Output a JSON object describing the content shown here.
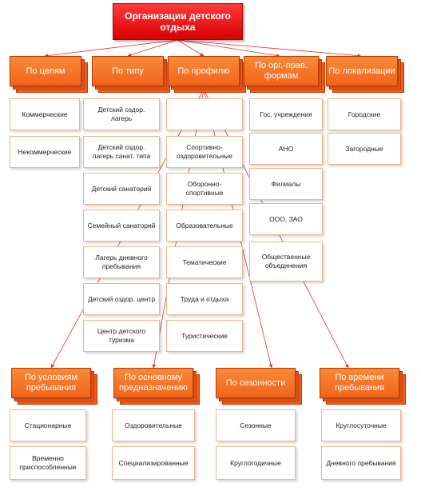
{
  "root": {
    "title": "Организации детского отдыха"
  },
  "categories": [
    {
      "label": "По целям",
      "items": [
        "Коммерческие",
        "Некоммерческие"
      ]
    },
    {
      "label": "По типу",
      "items": [
        "Детский оздор. лагерь",
        "Детский оздор. лагерь санат. типа",
        "Детский санаторий",
        "Семейный санаторий",
        "Лагерь дневного пребывания",
        "Детский оздор. центр",
        "Центр детского туризма"
      ]
    },
    {
      "label": "По профилю",
      "items": [
        "",
        "Спортивно-оздоровительные",
        "Оборонно-спортивные",
        "Образовательные",
        "Тематические",
        "Труда и отдыха",
        "Туристические"
      ]
    },
    {
      "label": "По орг.-прав. формам",
      "items": [
        "Гос. учреждения",
        "АНО",
        "Филиалы",
        "ООО, ЗАО",
        "Общественные объединения"
      ]
    },
    {
      "label": "По локализации",
      "items": [
        "Городские",
        "Загородные"
      ]
    }
  ],
  "bottom_categories": [
    {
      "label": "По условиям пребывания",
      "items": [
        "Стационарные",
        "Временно приспособленные"
      ]
    },
    {
      "label": "По основному предназначению",
      "items": [
        "Оздоровительные",
        "Специализированные"
      ]
    },
    {
      "label": "По сезонности",
      "items": [
        "Сезонные",
        "Круглогодичные"
      ]
    },
    {
      "label": "По времени пребывания",
      "items": [
        "Круглосуточные",
        "Дневного пребывания"
      ]
    }
  ],
  "colors": {
    "root": "#d90000",
    "category": "#f0641a",
    "arrow": "#e03030",
    "box_border": "#f0b48a"
  }
}
